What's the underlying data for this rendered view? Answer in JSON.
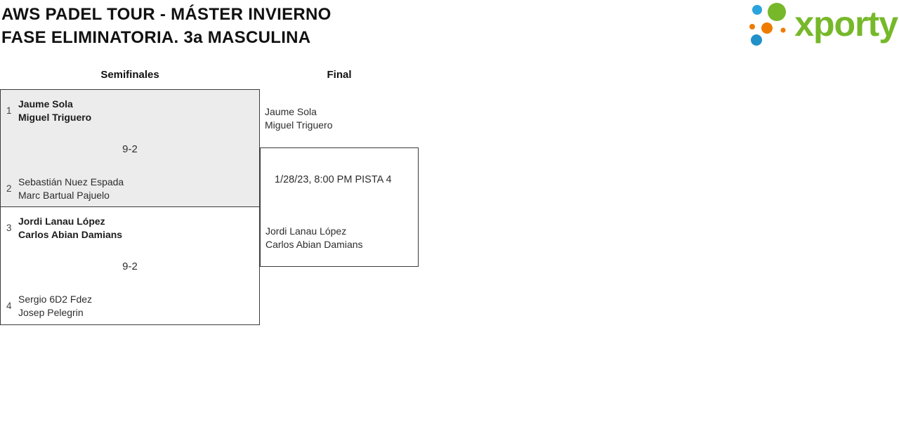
{
  "header": {
    "title_line1": "AWS PADEL TOUR - MÁSTER INVIERNO",
    "title_line2": "FASE ELIMINATORIA. 3a MASCULINA"
  },
  "logo": {
    "text": "xporty",
    "icon": "xporty-dots-mark"
  },
  "rounds": {
    "semifinals_label": "Semifinales",
    "final_label": "Final"
  },
  "bracket": {
    "semifinal1": {
      "seed_top": "1",
      "team_top_player1": "Jaume Sola",
      "team_top_player2": "Miguel Triguero",
      "score": "9-2",
      "seed_bottom": "2",
      "team_bottom_player1": "Sebastián Nuez Espada",
      "team_bottom_player2": "Marc Bartual Pajuelo"
    },
    "semifinal2": {
      "seed_top": "3",
      "team_top_player1": "Jordi Lanau López",
      "team_top_player2": "Carlos Abian Damians",
      "score": "9-2",
      "seed_bottom": "4",
      "team_bottom_player1": "Sergio 6D2 Fdez",
      "team_bottom_player2": "Josep Pelegrin"
    },
    "final": {
      "team_top_player1": "Jaume Sola",
      "team_top_player2": "Miguel Triguero",
      "match_info": "1/28/23, 8:00 PM PISTA 4",
      "team_bottom_player1": "Jordi Lanau López",
      "team_bottom_player2": "Carlos Abian Damians"
    }
  },
  "colors": {
    "logo_green": "#76b82a",
    "logo_blue": "#2ba3dc",
    "logo_orange": "#ee7c00",
    "winner_match_bg": "#ececec",
    "border": "#3b3b3b"
  }
}
